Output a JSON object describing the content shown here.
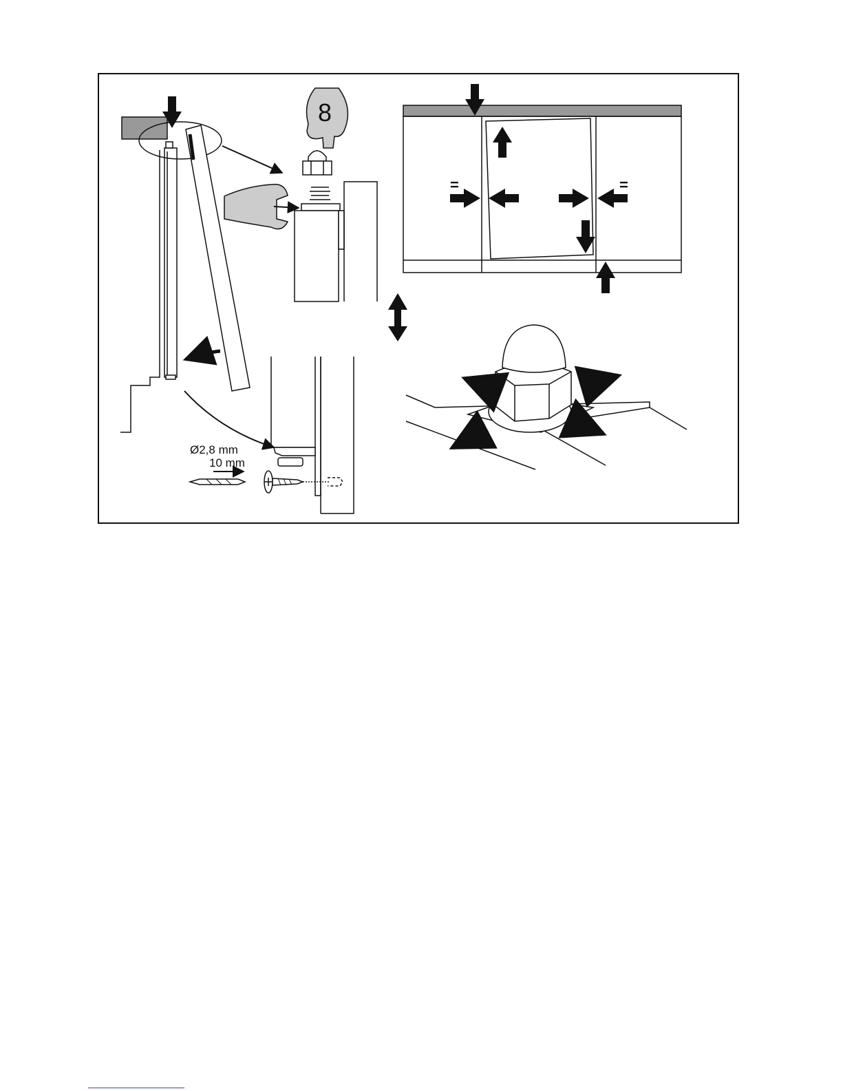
{
  "labels": {
    "wrench_size": "8",
    "drill_diameter": "Ø2,8 mm",
    "drill_depth": "10 mm",
    "equal_left": "=",
    "equal_right": "="
  }
}
